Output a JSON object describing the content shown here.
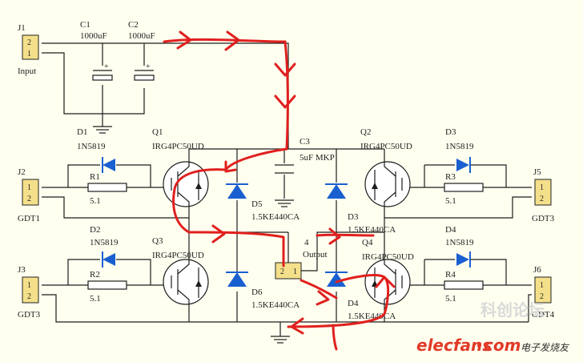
{
  "connectors": {
    "j1": {
      "ref": "J1",
      "pins": [
        "2",
        "1"
      ],
      "name": "Input"
    },
    "j2": {
      "ref": "J2",
      "pins": [
        "1",
        "2"
      ],
      "name": "GDT1"
    },
    "j3": {
      "ref": "J3",
      "pins": [
        "1",
        "2"
      ],
      "name": "GDT3"
    },
    "j5": {
      "ref": "J5",
      "pins": [
        "1",
        "2"
      ],
      "name": "GDT3"
    },
    "j6": {
      "ref": "J6",
      "pins": [
        "1",
        "2"
      ],
      "name": "GDT4"
    },
    "output": {
      "ref": "4",
      "name": "Output",
      "pins": [
        "2",
        "1"
      ]
    }
  },
  "capacitors": {
    "c1": {
      "ref": "C1",
      "value": "1000uF"
    },
    "c2": {
      "ref": "C2",
      "value": "1000uF"
    },
    "c3": {
      "ref": "C3",
      "value": "5uF MKP"
    }
  },
  "diodes": {
    "d1": {
      "ref": "D1",
      "part": "1N5819"
    },
    "d2": {
      "ref": "D2",
      "part": "1N5819"
    },
    "d3": {
      "ref": "D3",
      "part": "1N5819"
    },
    "d4": {
      "ref": "D4",
      "part": "1N5819"
    },
    "d5": {
      "ref": "D5",
      "part": "1.5KE440CA"
    },
    "d6": {
      "ref": "D6",
      "part": "1.5KE440CA"
    },
    "d3b": {
      "ref": "D3",
      "part": "1.5KE440CA"
    },
    "d4b": {
      "ref": "D4",
      "part": "1.5KE440CA"
    }
  },
  "transistors": {
    "q1": {
      "ref": "Q1",
      "part": "IRG4PC50UD"
    },
    "q2": {
      "ref": "Q2",
      "part": "IRG4PC50UD"
    },
    "q3": {
      "ref": "Q3",
      "part": "IRG4PC50UD"
    },
    "q4": {
      "ref": "Q4",
      "part": "IRG4PC50UD"
    }
  },
  "resistors": {
    "r1": {
      "ref": "R1",
      "value": "5.1"
    },
    "r2": {
      "ref": "R2",
      "value": "5.1"
    },
    "r3": {
      "ref": "R3",
      "value": "5.1"
    },
    "r4": {
      "ref": "R4",
      "value": "5.1"
    }
  },
  "watermark": {
    "site": "elecfans",
    "dot": "·",
    "tld": "com",
    "cn_site": "电子发烧友",
    "cn_forum": "科创论坛"
  },
  "colors": {
    "annotation": "#e0201e",
    "pad": "#f4e08a",
    "sheet": "#fffff0"
  }
}
